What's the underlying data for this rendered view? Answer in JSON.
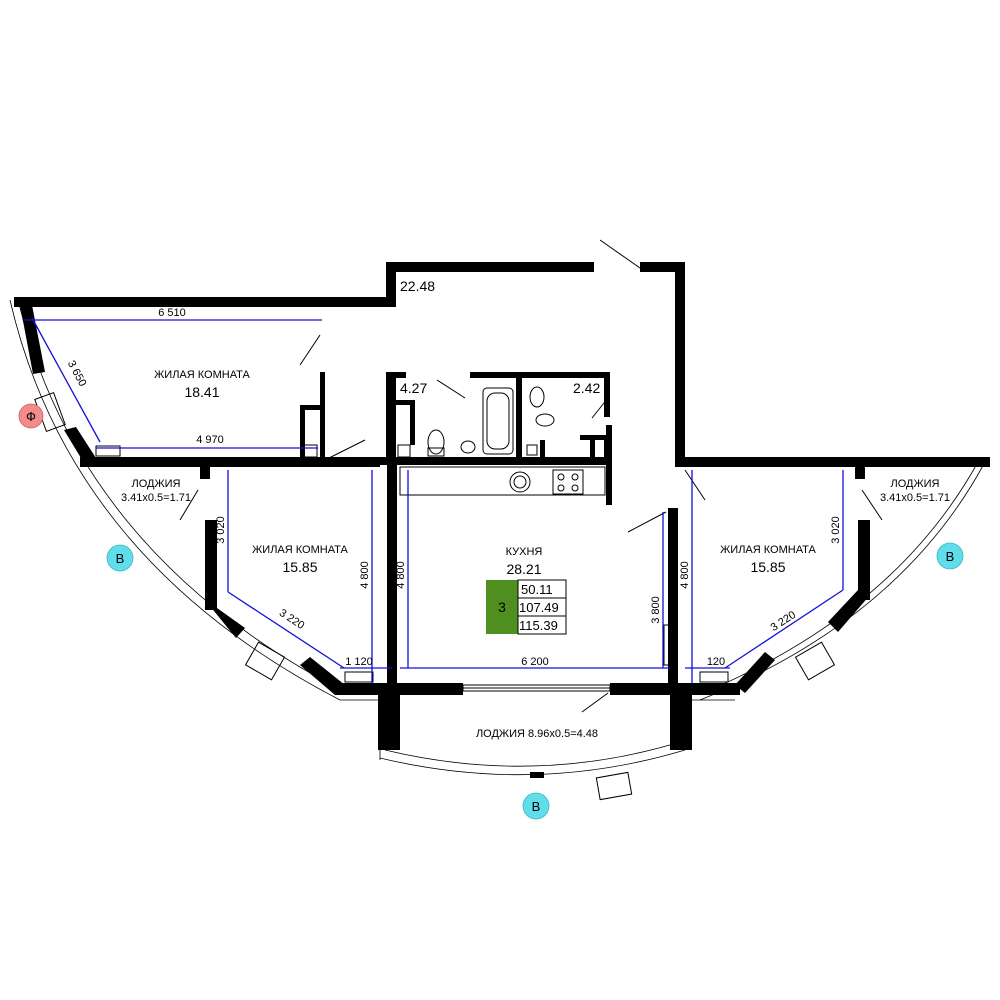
{
  "colors": {
    "wall": "#000000",
    "dimension": "#1010dd",
    "badge_f": "#f28b8b",
    "badge_v": "#5fdde8",
    "summary_green": "#4f8f1f"
  },
  "rooms": {
    "left_room": {
      "label": "ЖИЛАЯ КОМНАТА",
      "area": "18.41"
    },
    "hall": {
      "area": "22.48"
    },
    "bath": {
      "area": "4.27"
    },
    "wc": {
      "area": "2.42"
    },
    "left_bedroom": {
      "label": "ЖИЛАЯ КОМНАТА",
      "area": "15.85"
    },
    "kitchen": {
      "label": "КУХНЯ",
      "area": "28.21"
    },
    "right_bedroom": {
      "label": "ЖИЛАЯ КОМНАТА",
      "area": "15.85"
    },
    "left_loggia": {
      "label": "ЛОДЖИЯ",
      "formula": "3.41x0.5=1.71"
    },
    "right_loggia": {
      "label": "ЛОДЖИЯ",
      "formula": "3.41x0.5=1.71"
    },
    "bottom_loggia": {
      "label": "ЛОДЖИЯ 8.96x0.5=4.48"
    }
  },
  "dimensions": {
    "d6510": "6 510",
    "d3650": "3 650",
    "d4970": "4 970",
    "d3020_left": "3 020",
    "d3220_left": "3 220",
    "d1120": "1 120",
    "d4800_a": "4 800",
    "d4800_b": "4 800",
    "d6200": "6 200",
    "d3800": "3 800",
    "d4800_c": "4 800",
    "d3020_right": "3 020",
    "d3220_right": "3 220",
    "d120": "120"
  },
  "summary": {
    "rooms_count": "3",
    "living_area": "50.11",
    "total_area": "107.49",
    "total_with_loggia": "115.39"
  },
  "badges": {
    "f": "Ф",
    "v_left": "В",
    "v_right": "В",
    "v_bottom": "В"
  }
}
